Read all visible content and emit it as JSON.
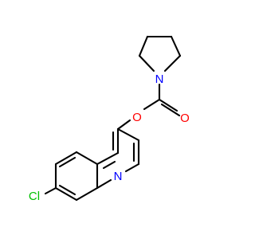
{
  "molecule": {
    "atoms": [
      {
        "id": "N1",
        "symbol": "N",
        "color": "#0000FF"
      },
      {
        "id": "O1",
        "symbol": "O",
        "color": "#FF0000"
      },
      {
        "id": "O2",
        "symbol": "O",
        "color": "#FF0000"
      },
      {
        "id": "Cl1",
        "symbol": "Cl",
        "color": "#00C000"
      },
      {
        "id": "N2",
        "symbol": "N",
        "color": "#0000FF"
      }
    ]
  }
}
